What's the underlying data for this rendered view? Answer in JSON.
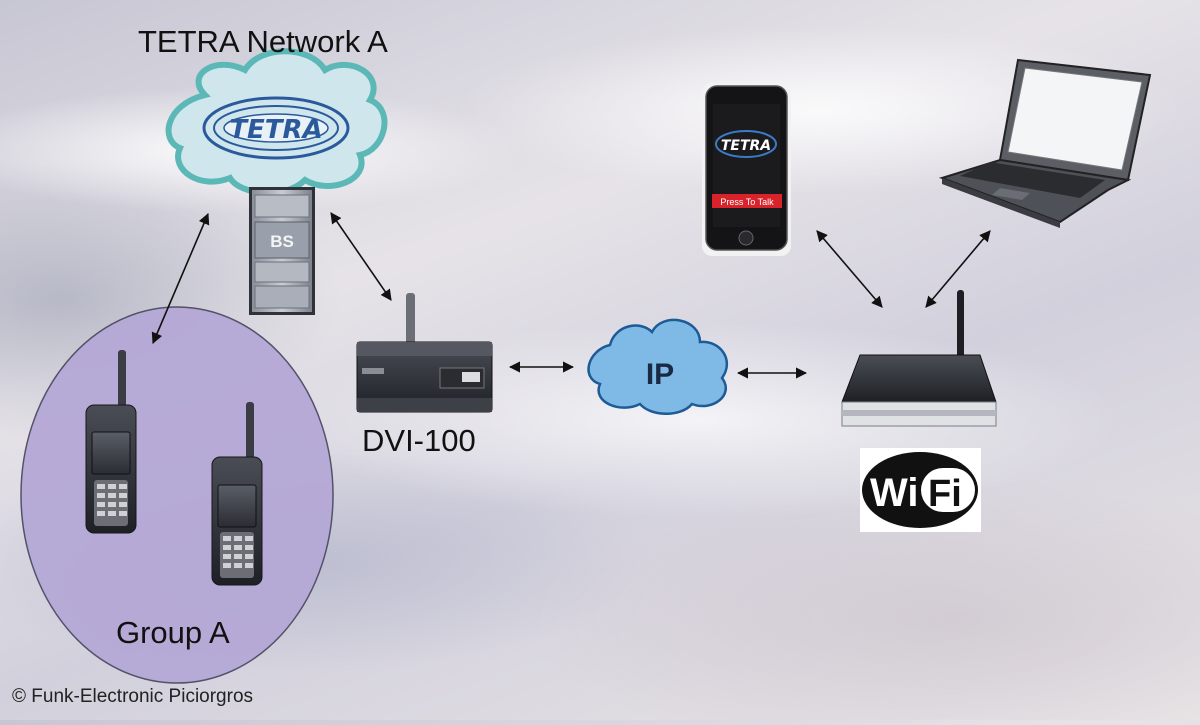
{
  "labels": {
    "network": "TETRA Network A",
    "base_station": "BS",
    "gateway": "DVI-100",
    "ip_cloud": "IP",
    "group": "Group A",
    "copyright": "© Funk-Electronic Piciorgros"
  },
  "logos": {
    "tetra": "TETRA",
    "phone_button": "Press To Talk",
    "wifi_left": "Wi",
    "wifi_right": "Fi"
  },
  "icons": [
    "tetra-cloud-icon",
    "base-station-icon",
    "radio-handset-icon",
    "dvi-gateway-icon",
    "ip-cloud-icon",
    "smartphone-icon",
    "laptop-icon",
    "wifi-router-icon",
    "wifi-logo-icon"
  ],
  "colors": {
    "tetra_cloud_fill": "#cfe6ec",
    "tetra_cloud_border": "#5bb8b6",
    "group_fill": "#b5a8d6",
    "ip_cloud_fill": "#7fb9e6",
    "ip_cloud_border": "#1c5b96",
    "tetra_logo": "#2b5a9c"
  }
}
